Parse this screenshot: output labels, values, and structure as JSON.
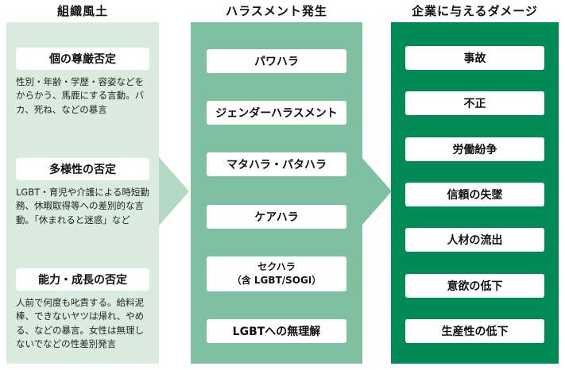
{
  "colors": {
    "panel_culture_bg": "#d9ecdf",
    "panel_harassment_bg": "#7fc0a1",
    "panel_damage_bg": "#008a56",
    "arrow_light": "#b3d8c4",
    "arrow_medium": "#7fc0a1",
    "card_bg": "#ffffff",
    "text": "#1a1a1a"
  },
  "columns": [
    {
      "title": "組織風土",
      "items": [
        {
          "heading": "個の尊厳否定",
          "description": "性別・年齢・学歴・容姿などをからかう、馬鹿にする言動。バカ、死ね、などの暴言"
        },
        {
          "heading": "多様性の否定",
          "description": "LGBT・育児や介護による時短勤務、休暇取得等への差別的な言動。「休まれると迷惑」など"
        },
        {
          "heading": "能力・成長の否定",
          "description": "人前で何度も叱責する。給料泥棒、できないヤツは帰れ、やめる、などの暴言。女性は無理しないでなどの性差別発言"
        }
      ]
    },
    {
      "title": "ハラスメント発生",
      "items": [
        "パワハラ",
        "ジェンダーハラスメント",
        "マタハラ・パタハラ",
        "ケアハラ",
        "セクハラ\n（含 LGBT/SOGI）",
        "LGBTへの無理解"
      ]
    },
    {
      "title": "企業に与えるダメージ",
      "items": [
        "事故",
        "不正",
        "労働紛争",
        "信頼の失墜",
        "人材の流出",
        "意欲の低下",
        "生産性の低下"
      ]
    }
  ]
}
